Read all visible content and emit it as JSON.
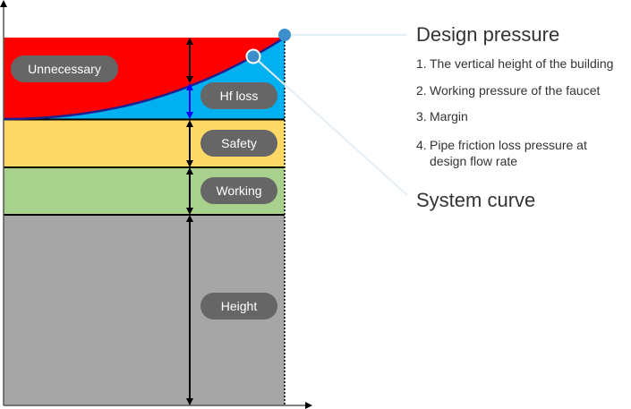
{
  "diagram": {
    "title_design": "Design pressure",
    "title_system": "System curve",
    "list": [
      {
        "num": "1.",
        "text": "The vertical height of the building"
      },
      {
        "num": "2.",
        "text": "Working pressure of the faucet"
      },
      {
        "num": "3.",
        "text": "Margin"
      },
      {
        "num": "4.",
        "text": "Pipe friction loss pressure at",
        "text2": "design flow rate"
      }
    ],
    "bands": [
      {
        "key": "unnecessary",
        "label": "Unnecessary",
        "color": "#ff0000"
      },
      {
        "key": "hf_loss",
        "label": "Hf loss",
        "color": "#00b0f0"
      },
      {
        "key": "safety",
        "label": "Safety",
        "color": "#ffd966"
      },
      {
        "key": "working",
        "label": "Working",
        "color": "#a9d18e"
      },
      {
        "key": "height",
        "label": "Height",
        "color": "#a6a6a6"
      }
    ],
    "colors": {
      "curve": "#1f1f8f",
      "marker": "#3d8fcc",
      "pill": "#666666",
      "leader": "#e3eef5",
      "hf_arrow": "#0000ff"
    }
  }
}
